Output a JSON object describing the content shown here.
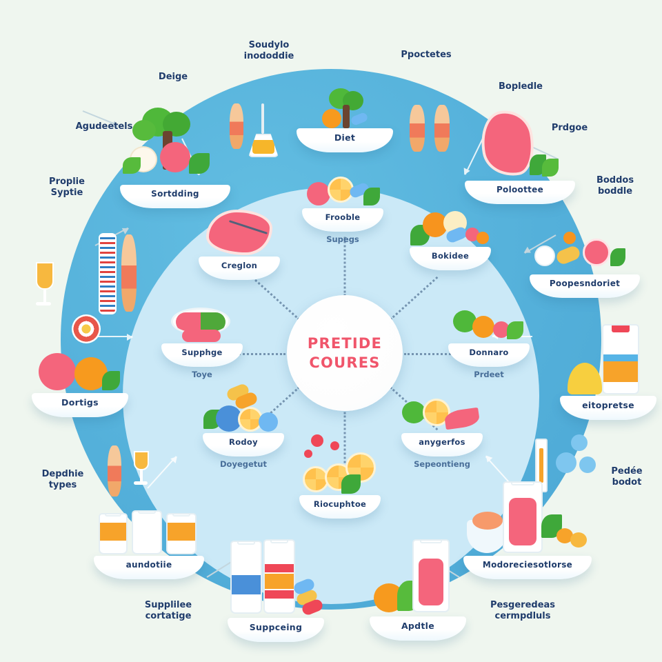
{
  "theme": {
    "background": "#eff6ef",
    "outer_ring": "#54b0da",
    "inner_ring": "#cbe9f7",
    "hub_background": "#ffffff",
    "hub_text": "#f0556b",
    "label_text": "#1f3c6b",
    "sub_label_text": "#4a6f9a"
  },
  "hub": {
    "line1": "PRETIDE",
    "line2": "COURES"
  },
  "inner_ring": {
    "nodes": [
      {
        "label": "Frooble",
        "sub": "Supegs",
        "icon": "bowl-fruit-pills-icon"
      },
      {
        "label": "Bokidee",
        "sub": "",
        "icon": "bowl-citrus-capsules-icon"
      },
      {
        "label": "Donnaro",
        "sub": "Prdeet",
        "icon": "bowl-greens-orange-icon"
      },
      {
        "label": "anygerfos",
        "sub": "Sepeontieng",
        "icon": "bowl-salmon-citrus-icon"
      },
      {
        "label": "Riocuphtoe",
        "sub": "",
        "icon": "bowl-oranges-berries-icon"
      },
      {
        "label": "Rodoy",
        "sub": "Doyegetut",
        "icon": "bowl-blue-capsules-icon"
      },
      {
        "label": "Supphge",
        "sub": "Toye",
        "icon": "bowl-pill-capsule-icon"
      },
      {
        "label": "Creglon",
        "sub": "",
        "icon": "bowl-steak-icon"
      }
    ]
  },
  "outer_ring": {
    "nodes": [
      {
        "label": "Diet",
        "icon": "bowl-tree-orange-icon"
      },
      {
        "label": "Poloottee",
        "icon": "bowl-meat-greens-icon"
      },
      {
        "label": "Poopesndoriet",
        "icon": "bowl-pills-grapefruit-icon"
      },
      {
        "label": "eitopretse",
        "icon": "bowl-powder-supplement-jar-icon"
      },
      {
        "label": "Modoreciesotlorse",
        "icon": "bowl-jar-greens-nuts-icon"
      },
      {
        "label": "Apdtle",
        "icon": "bowl-bottle-fruit-icon"
      },
      {
        "label": "Suppceing",
        "icon": "bowl-vials-tablets-icon"
      },
      {
        "label": "aundotiie",
        "icon": "bowl-supplement-jars-icon"
      },
      {
        "label": "Dortigs",
        "icon": "bowl-apple-orange-icon"
      },
      {
        "label": "Sortdding",
        "icon": "bowl-tree-garlic-tomato-icon"
      }
    ]
  },
  "annotations": [
    {
      "id": "soudylo",
      "text": "Soudylo\ninododdie"
    },
    {
      "id": "ppoctetes",
      "text": "Ppoctetes"
    },
    {
      "id": "deige",
      "text": "Deige"
    },
    {
      "id": "bopledle",
      "text": "Bopledle"
    },
    {
      "id": "agudeetels",
      "text": "Agudeetels"
    },
    {
      "id": "prdgoe",
      "text": "Prdgoe"
    },
    {
      "id": "proplie-syptie",
      "text": "Proplie\nSyptie"
    },
    {
      "id": "boddos-boddle",
      "text": "Boddos\nboddle"
    },
    {
      "id": "depdhie-types",
      "text": "Depdhie\ntypes"
    },
    {
      "id": "pedee-bodot",
      "text": "Pedée\nbodot"
    },
    {
      "id": "supplilee-cortatige",
      "text": "Supplilee\ncortatige"
    },
    {
      "id": "pesgeredeas-cermpdluls",
      "text": "Pesgeredeas\ncermpdluls"
    }
  ],
  "decor": [
    {
      "id": "woman-figure",
      "icon": "female-body-icon"
    },
    {
      "id": "flask",
      "icon": "lab-flask-icon"
    },
    {
      "id": "two-figures",
      "icon": "body-pair-icon"
    },
    {
      "id": "dna-helix",
      "icon": "dna-helix-icon"
    },
    {
      "id": "body-scan",
      "icon": "human-anatomy-icon"
    },
    {
      "id": "target",
      "icon": "target-icon"
    },
    {
      "id": "wine-glass",
      "icon": "glass-icon"
    },
    {
      "id": "syringe",
      "icon": "syringe-icon"
    },
    {
      "id": "blue-droplets",
      "icon": "droplet-cluster-icon"
    },
    {
      "id": "mini-figure",
      "icon": "body-icon"
    },
    {
      "id": "mini-glass",
      "icon": "glass-small-icon"
    }
  ]
}
